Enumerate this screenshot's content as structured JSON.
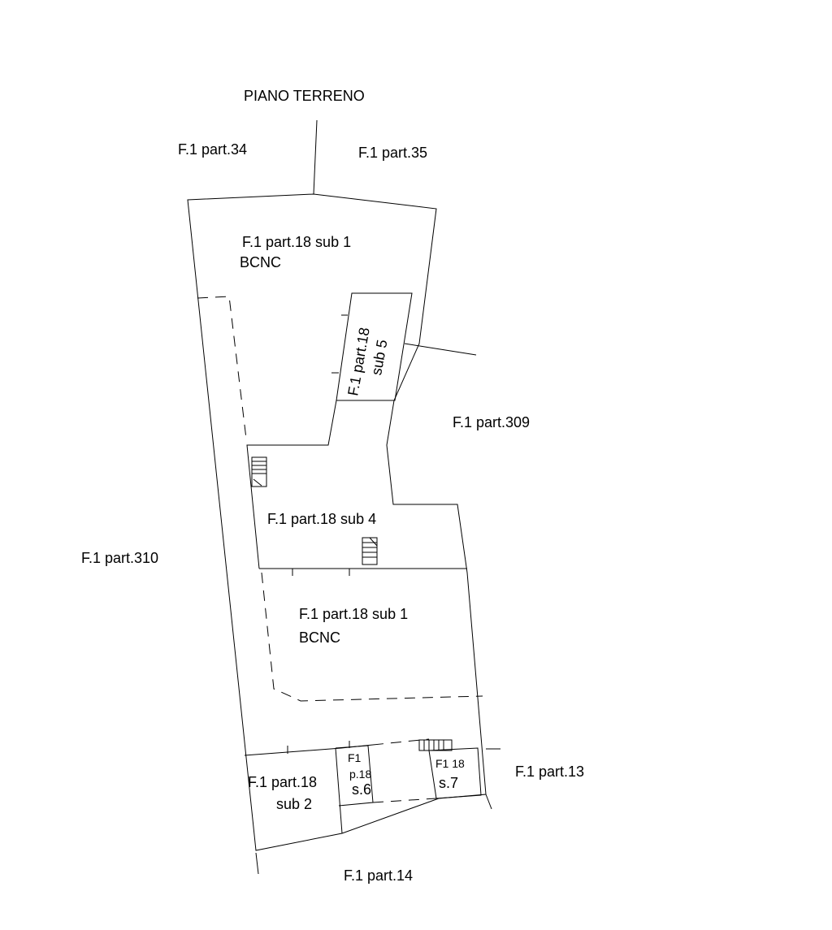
{
  "title": "PIANO TERRENO",
  "neighbors": {
    "p34": "F.1 part.34",
    "p35": "F.1 part.35",
    "p309": "F.1 part.309",
    "p310": "F.1 part.310",
    "p13": "F.1 part.13",
    "p14": "F.1 part.14"
  },
  "units": {
    "sub1_top": {
      "line1": "F.1 part.18 sub 1",
      "line2": "BCNC"
    },
    "sub5": {
      "line1": "F.1 part.18",
      "line2": "sub 5"
    },
    "sub4": {
      "line1": "F.1 part.18 sub 4"
    },
    "sub1_bottom": {
      "line1": "F.1 part.18 sub 1",
      "line2": "BCNC"
    },
    "sub2": {
      "line1": "F.1 part.18",
      "line2": "sub 2"
    },
    "sub6": {
      "line1": "F1",
      "line2": "p.18",
      "line3": "s.6"
    },
    "sub7": {
      "line1": "F1 18",
      "line2": "s.7"
    }
  }
}
